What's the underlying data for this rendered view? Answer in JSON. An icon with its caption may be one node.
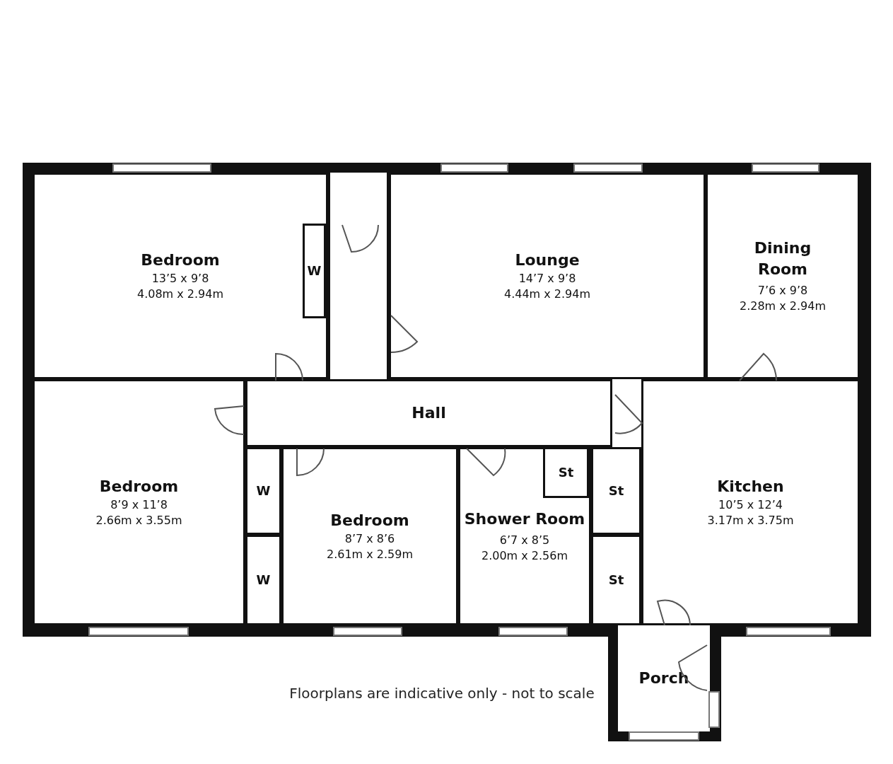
{
  "diagram": {
    "nodes": [
      {
        "text": [
          "Bedroom",
          "13’5 x 9’8",
          "4.08m x 2.94m"
        ]
      },
      {
        "text": [
          "W"
        ],
        "in": 0
      },
      {
        "text": [
          "Lounge",
          "14’7 x 9’8",
          "4.44m x 2.94m"
        ]
      },
      {
        "text": [
          "Dining Room",
          "7’6 x 9’8",
          "2.28m x 2.94m"
        ]
      },
      {
        "text": [
          "Hall"
        ]
      },
      {
        "text": [
          "Bedroom",
          "8’9 x 11’8",
          "2.66m x 3.55m"
        ]
      },
      {
        "text": [
          "W"
        ]
      },
      {
        "text": [
          "W"
        ]
      },
      {
        "text": [
          "Bedroom",
          "8’7 x 8’6",
          "2.61m x 2.59m"
        ]
      },
      {
        "text": [
          "Shower Room",
          "6’7 x 8’5",
          "2.00m x 2.56m"
        ]
      },
      {
        "text": [
          "St"
        ],
        "in": 9
      },
      {
        "text": [
          "St"
        ]
      },
      {
        "text": [
          "St"
        ]
      },
      {
        "text": [
          "Kitchen",
          "10’5 x 12’4",
          "3.17m x 3.75m"
        ]
      },
      {
        "text": [
          "Porch"
        ]
      }
    ],
    "edges": [],
    "labels": [
      "Floorplans are indicative only - not to scale"
    ]
  }
}
